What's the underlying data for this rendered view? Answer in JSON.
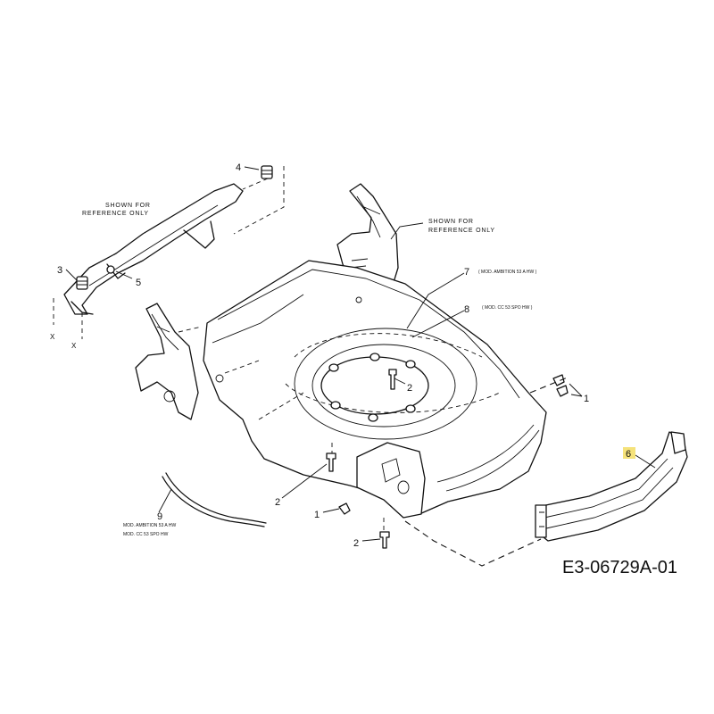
{
  "notes": {
    "shown_for_1": "SHOWN FOR",
    "reference_only_1": "REFERENCE ONLY",
    "shown_for_2": "SHOWN FOR",
    "reference_only_2": "REFERENCE ONLY"
  },
  "callouts": {
    "c1a": "1",
    "c1b": "1",
    "c2a": "2",
    "c2b": "2",
    "c2c": "2",
    "c3": "3",
    "c4": "4",
    "c5": "5",
    "c6": "6",
    "c7": "7",
    "c8": "8",
    "c9": "9",
    "xa": "X",
    "xb": "X"
  },
  "model_notes": {
    "m7": "( MOD. AMBITION 53 A HW )",
    "m8": "( MOD. CC 53 SPO HW )",
    "m9a": "MOD. AMBITION 53 A HW",
    "m9b": "MOD. CC 53 SPO HW"
  },
  "highlight_color": "#f5e27a",
  "part_code": "E3-06729A-01"
}
